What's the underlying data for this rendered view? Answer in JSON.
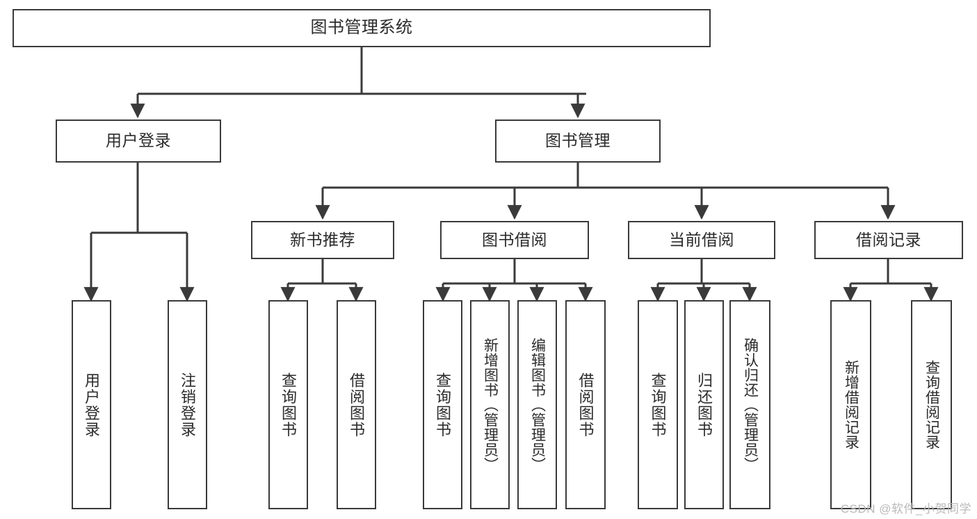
{
  "diagram": {
    "title": "图书管理系统",
    "type": "hierarchy-tree",
    "watermark": "CSDN @软件_小贺同学",
    "colors": {
      "stroke": "#3a3a3a",
      "text": "#2b2b2b",
      "background": "#ffffff",
      "watermark": "#b9b9b9"
    },
    "nodes": {
      "root": {
        "label": "图书管理系统"
      },
      "level2": [
        {
          "label": "用户登录"
        },
        {
          "label": "图书管理"
        }
      ],
      "level3": [
        {
          "label": "新书推荐"
        },
        {
          "label": "图书借阅"
        },
        {
          "label": "当前借阅"
        },
        {
          "label": "借阅记录"
        }
      ],
      "leaves": {
        "user_login": [
          {
            "label": "用户登录"
          },
          {
            "label": "注销登录"
          }
        ],
        "new_book_recommend": [
          {
            "label": "查询图书"
          },
          {
            "label": "借阅图书"
          }
        ],
        "book_borrow": [
          {
            "label": "查询图书"
          },
          {
            "label": "新增图书（管理员）"
          },
          {
            "label": "编辑图书（管理员）"
          },
          {
            "label": "借阅图书"
          }
        ],
        "current_borrow": [
          {
            "label": "查询图书"
          },
          {
            "label": "归还图书"
          },
          {
            "label": "确认归还（管理员）"
          }
        ],
        "borrow_record": [
          {
            "label": "新增借阅记录"
          },
          {
            "label": "查询借阅记录"
          }
        ]
      }
    }
  }
}
